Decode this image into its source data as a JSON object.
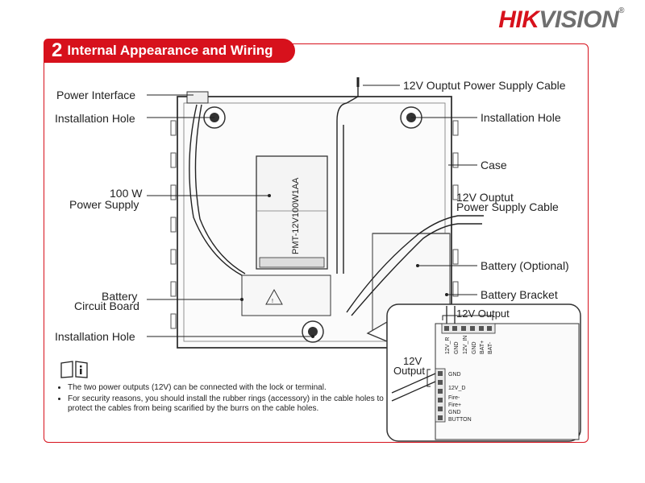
{
  "brand": {
    "hik": "HIK",
    "vision": "VISION",
    "reg": "®",
    "red": "#d7111c",
    "grey": "#6f6f6f"
  },
  "section": {
    "number": "2",
    "title": "Internal Appearance and Wiring"
  },
  "labels": {
    "power_interface": "Power Interface",
    "installation_hole_left_top": "Installation Hole",
    "power_supply_line1": "100 W",
    "power_supply_line2": "Power Supply",
    "battery_cb_line1": "Battery",
    "battery_cb_line2": "Circuit Board",
    "installation_hole_left_bottom": "Installation Hole",
    "output_cable_top": "12V Ouptut Power Supply Cable",
    "installation_hole_right": "Installation Hole",
    "case": "Case",
    "output_cable_mid_line1": "12V Ouptut",
    "output_cable_mid_line2": "Power Supply Cable",
    "battery_optional": "Battery (Optional)",
    "battery_bracket": "Battery Bracket",
    "psu_model": "PMT-12V100W1AA"
  },
  "inset": {
    "top_title": "12V Output",
    "left_title_line1": "12V",
    "left_title_line2": "Output",
    "top_terminals": [
      "12V_R",
      "GND",
      "12V_IN",
      "GND",
      "BAT+",
      "BAT-"
    ],
    "left_terminals": [
      "GND",
      "12V_D",
      "Fire-",
      "Fire+",
      "GND",
      "BUTTON"
    ]
  },
  "notes": [
    "The two power outputs (12V) can be connected with the lock or terminal.",
    "For security reasons, you should install the rubber rings (accessory) in the cable holes to protect the cables from being scarified by the burrs on the cable holes."
  ],
  "note_icon": "book-info-icon"
}
